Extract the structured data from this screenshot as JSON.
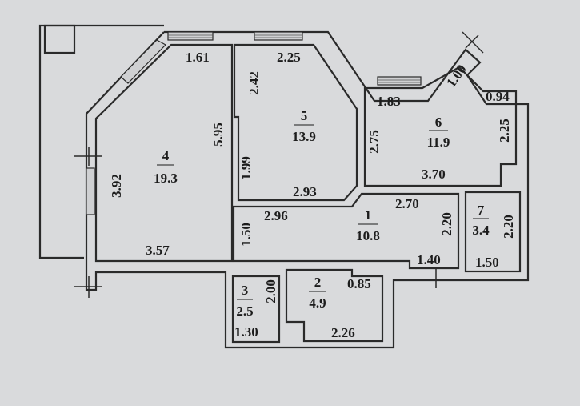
{
  "rooms": [
    {
      "number": "1",
      "area": "10.8"
    },
    {
      "number": "2",
      "area": "4.9"
    },
    {
      "number": "3",
      "area": "2.5"
    },
    {
      "number": "4",
      "area": "19.3"
    },
    {
      "number": "5",
      "area": "13.9"
    },
    {
      "number": "6",
      "area": "11.9"
    },
    {
      "number": "7",
      "area": "3.4"
    }
  ],
  "dimensions": {
    "r4_top": "1.61",
    "r4_right": "5.95",
    "r4_left": "3.92",
    "r4_bottom": "3.57",
    "r5_top": "2.25",
    "r5_left_upper": "2.42",
    "r5_left_lower": "1.99",
    "r5_bottom": "2.93",
    "r6_top": "1.83",
    "r6_diag": "1.00",
    "r6_top_right": "0.94",
    "r6_left": "2.75",
    "r6_right": "2.25",
    "r6_bottom": "3.70",
    "r1_top": "2.70",
    "r1_top_left": "2.96",
    "r1_left": "1.50",
    "r1_right": "2.20",
    "r1_bottom": "1.40",
    "r7_right": "2.20",
    "r7_bottom": "1.50",
    "r3_right": "2.00",
    "r3_bottom": "1.30",
    "r2_right": "0.85",
    "r2_bottom": "2.26"
  }
}
